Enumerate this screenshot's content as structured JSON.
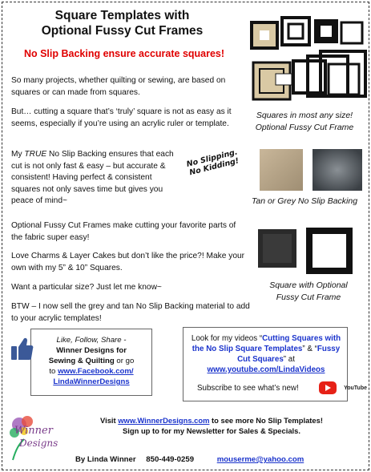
{
  "header": {
    "title_line1": "Square Templates with",
    "title_line2": "Optional Fussy Cut Frames",
    "subtitle": "No Slip Backing ensure accurate squares!"
  },
  "body": {
    "p1": "So many projects, whether quilting or sewing, are based on squares or can made from squares.",
    "p2": "But… cutting a square that’s ‘truly’ square is not as easy as it seems, especially if you’re using an acrylic ruler or template.",
    "p3_pre": "My ",
    "p3_em": "TRUE",
    "p3_post": " No Slip Backing ensures that each cut is not only fast & easy – but accurate & consistent! Having perfect & consistent squares not only saves time but gives you peace of mind~",
    "p4": "Optional Fussy Cut Frames make cutting your favorite parts of the fabric super easy!",
    "p5": "Love Charms & Layer Cakes but don’t like the price?! Make your own with my 5” & 10” Squares.",
    "p6": "Want a particular size?  Just let me know~",
    "p7": "BTW – I now sell the grey and tan No Slip Backing material to add to your acrylic templates!"
  },
  "stamp": {
    "line1": "No Slipping.",
    "line2": "No Kidding!"
  },
  "captions": {
    "c1_line1": "Squares in most any size!",
    "c1_line2": "Optional Fussy Cut Frame",
    "c2": "Tan or Grey No Slip Backing",
    "c3_line1": "Square with Optional",
    "c3_line2": "Fussy Cut Frame"
  },
  "facebook": {
    "line1": "Like, Follow, Share -",
    "line2": "Winner Designs for",
    "line3": "Sewing & Quilting",
    "line3b": " or go",
    "line4": "to ",
    "link1": "www.Facebook.com/",
    "link2": "LindaWinnerDesigns"
  },
  "youtube": {
    "pre": "Look for my videos “",
    "hl1": "Cutting Squares with the No Slip Square Templates",
    "mid": "” & “",
    "hl2": "Fussy Cut Squares",
    "post": "” at",
    "link": "www.youtube.com/LindaVideos",
    "subscribe": "Subscribe to see what’s new!",
    "logo": "YouTube"
  },
  "footer": {
    "visit_pre": "Visit ",
    "visit_link": "www.WinnerDesigns.com",
    "visit_post": " to see more No Slip Templates!",
    "line2": "Sign up to for my Newsletter for Sales & Specials.",
    "byline_name": "By Linda Winner",
    "byline_phone": "850-449-0259",
    "byline_email": "mouserme@yahoo.com"
  },
  "logo": {
    "line1": "Winner",
    "line2": "Designs"
  },
  "colors": {
    "accent_red": "#e00000",
    "link_blue": "#1a33cc",
    "facebook_blue": "#3b5998",
    "youtube_red": "#e62117"
  }
}
